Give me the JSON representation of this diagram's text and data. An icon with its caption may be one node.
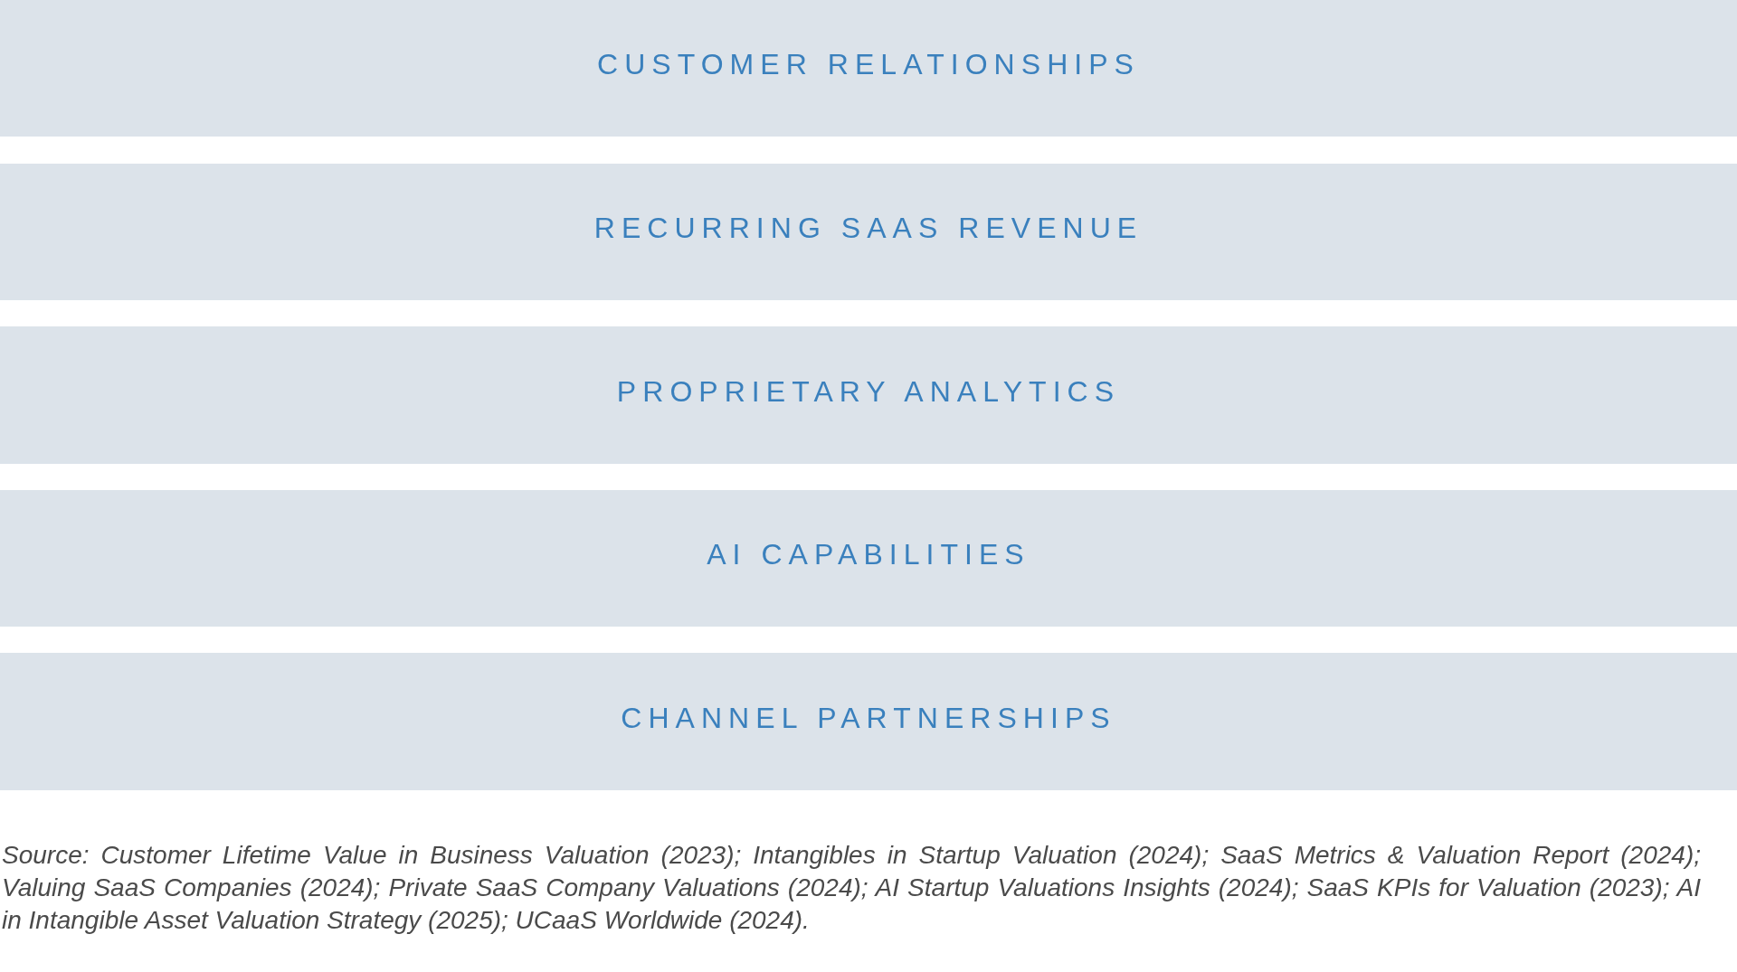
{
  "diagram": {
    "caption": "Source: Customer Lifetime Value in Business Valuation (2023); Intangibles in Startup Valuation (2024); SaaS Metrics & Valuation Report (2024); Valuing SaaS Companies (2024); Private SaaS Company Valuations (2024); AI Startup Valuations Insights (2024); SaaS KPIs for Valuation (2023); AI in Intangible Asset Valuation Strategy (2025); UCaaS Worldwide (2024).",
    "nodes": [
      {
        "text": [
          "CUSTOMER RELATIONSHIPS"
        ]
      },
      {
        "text": [
          "RECURRING SAAS REVENUE"
        ]
      },
      {
        "text": [
          "PROPRIETARY ANALYTICS"
        ]
      },
      {
        "text": [
          "AI CAPABILITIES"
        ]
      },
      {
        "text": [
          "CHANNEL PARTNERSHIPS"
        ]
      }
    ]
  }
}
